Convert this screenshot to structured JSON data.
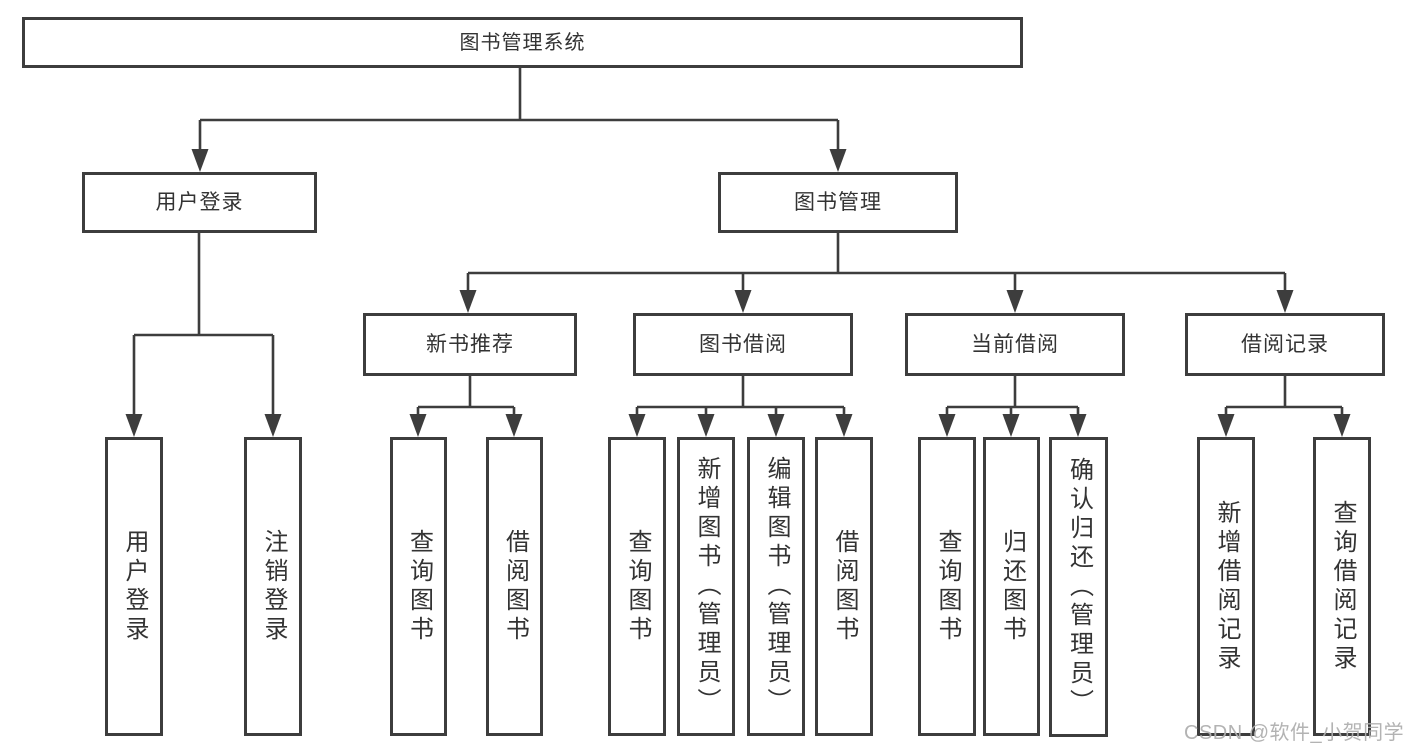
{
  "diagram": {
    "type": "tree-structure-chart",
    "colors": {
      "line": "#3d3d3d",
      "box_border": "#3d3d3d",
      "box_fill": "#ffffff",
      "text": "#333333",
      "watermark": "#b0b0b0",
      "background": "#ffffff"
    }
  },
  "nodes": {
    "root": "图书管理系统",
    "user_login": "用户登录",
    "book_mgmt": "图书管理",
    "new_book_rec": "新书推荐",
    "book_borrow": "图书借阅",
    "current_borrow": "当前借阅",
    "borrow_records": "借阅记录",
    "ul_login": "用户登录",
    "ul_logout": "注销登录",
    "nr_query": "查询图书",
    "nr_borrow": "借阅图书",
    "bb_query": "查询图书",
    "bb_add": "新增图书（管理员）",
    "bb_edit": "编辑图书（管理员）",
    "bb_borrow": "借阅图书",
    "cb_query": "查询图书",
    "cb_return": "归还图书",
    "cb_confirm": "确认归还（管理员）",
    "br_add": "新增借阅记录",
    "br_query": "查询借阅记录"
  },
  "hierarchy": {
    "图书管理系统": {
      "用户登录": [
        "用户登录",
        "注销登录"
      ],
      "图书管理": {
        "新书推荐": [
          "查询图书",
          "借阅图书"
        ],
        "图书借阅": [
          "查询图书",
          "新增图书（管理员）",
          "编辑图书（管理员）",
          "借阅图书"
        ],
        "当前借阅": [
          "查询图书",
          "归还图书",
          "确认归还（管理员）"
        ],
        "借阅记录": [
          "新增借阅记录",
          "查询借阅记录"
        ]
      }
    }
  },
  "watermark": {
    "text": "CSDN @软件_小贺同学"
  }
}
